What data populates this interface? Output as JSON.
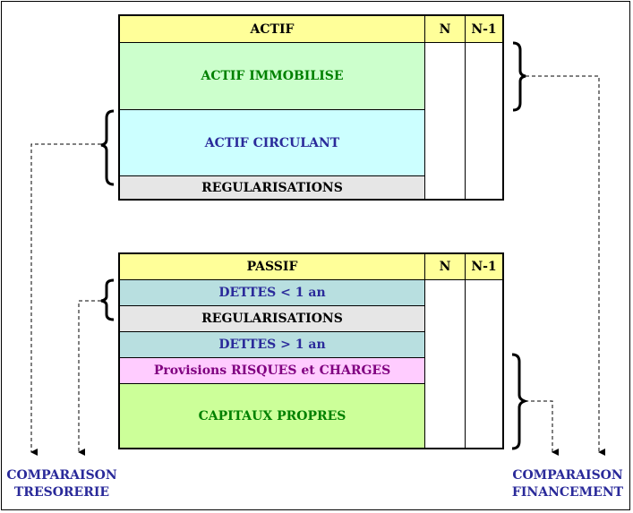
{
  "actif": {
    "header": "ACTIF",
    "col_n": "N",
    "col_n1": "N-1",
    "rows": [
      {
        "label": "ACTIF IMMOBILISE",
        "bg": "#ccffcc",
        "color": "#008000"
      },
      {
        "label": "ACTIF CIRCULANT",
        "bg": "#ccffff",
        "color": "#2a2a9a"
      },
      {
        "label": "REGULARISATIONS",
        "bg": "#e6e6e6",
        "color": "#000000"
      }
    ]
  },
  "passif": {
    "header": "PASSIF",
    "col_n": "N",
    "col_n1": "N-1",
    "rows": [
      {
        "label": "DETTES  <  1 an",
        "bg": "#b8dfe0",
        "color": "#2a2a9a"
      },
      {
        "label": "REGULARISATIONS",
        "bg": "#e6e6e6",
        "color": "#000000"
      },
      {
        "label": "DETTES  >  1 an",
        "bg": "#b8dfe0",
        "color": "#2a2a9a"
      },
      {
        "label": "Provisions RISQUES et CHARGES",
        "bg": "#ffccff",
        "color": "#800080"
      },
      {
        "label": "CAPITAUX PROPRES",
        "bg": "#ccff99",
        "color": "#008000"
      }
    ]
  },
  "left_label": {
    "line1": "COMPARAISON",
    "line2": "TRESORERIE"
  },
  "right_label": {
    "line1": "COMPARAISON",
    "line2": "FINANCEMENT"
  },
  "colors": {
    "header_bg": "#ffff99",
    "label_color": "#2a2a9a"
  }
}
